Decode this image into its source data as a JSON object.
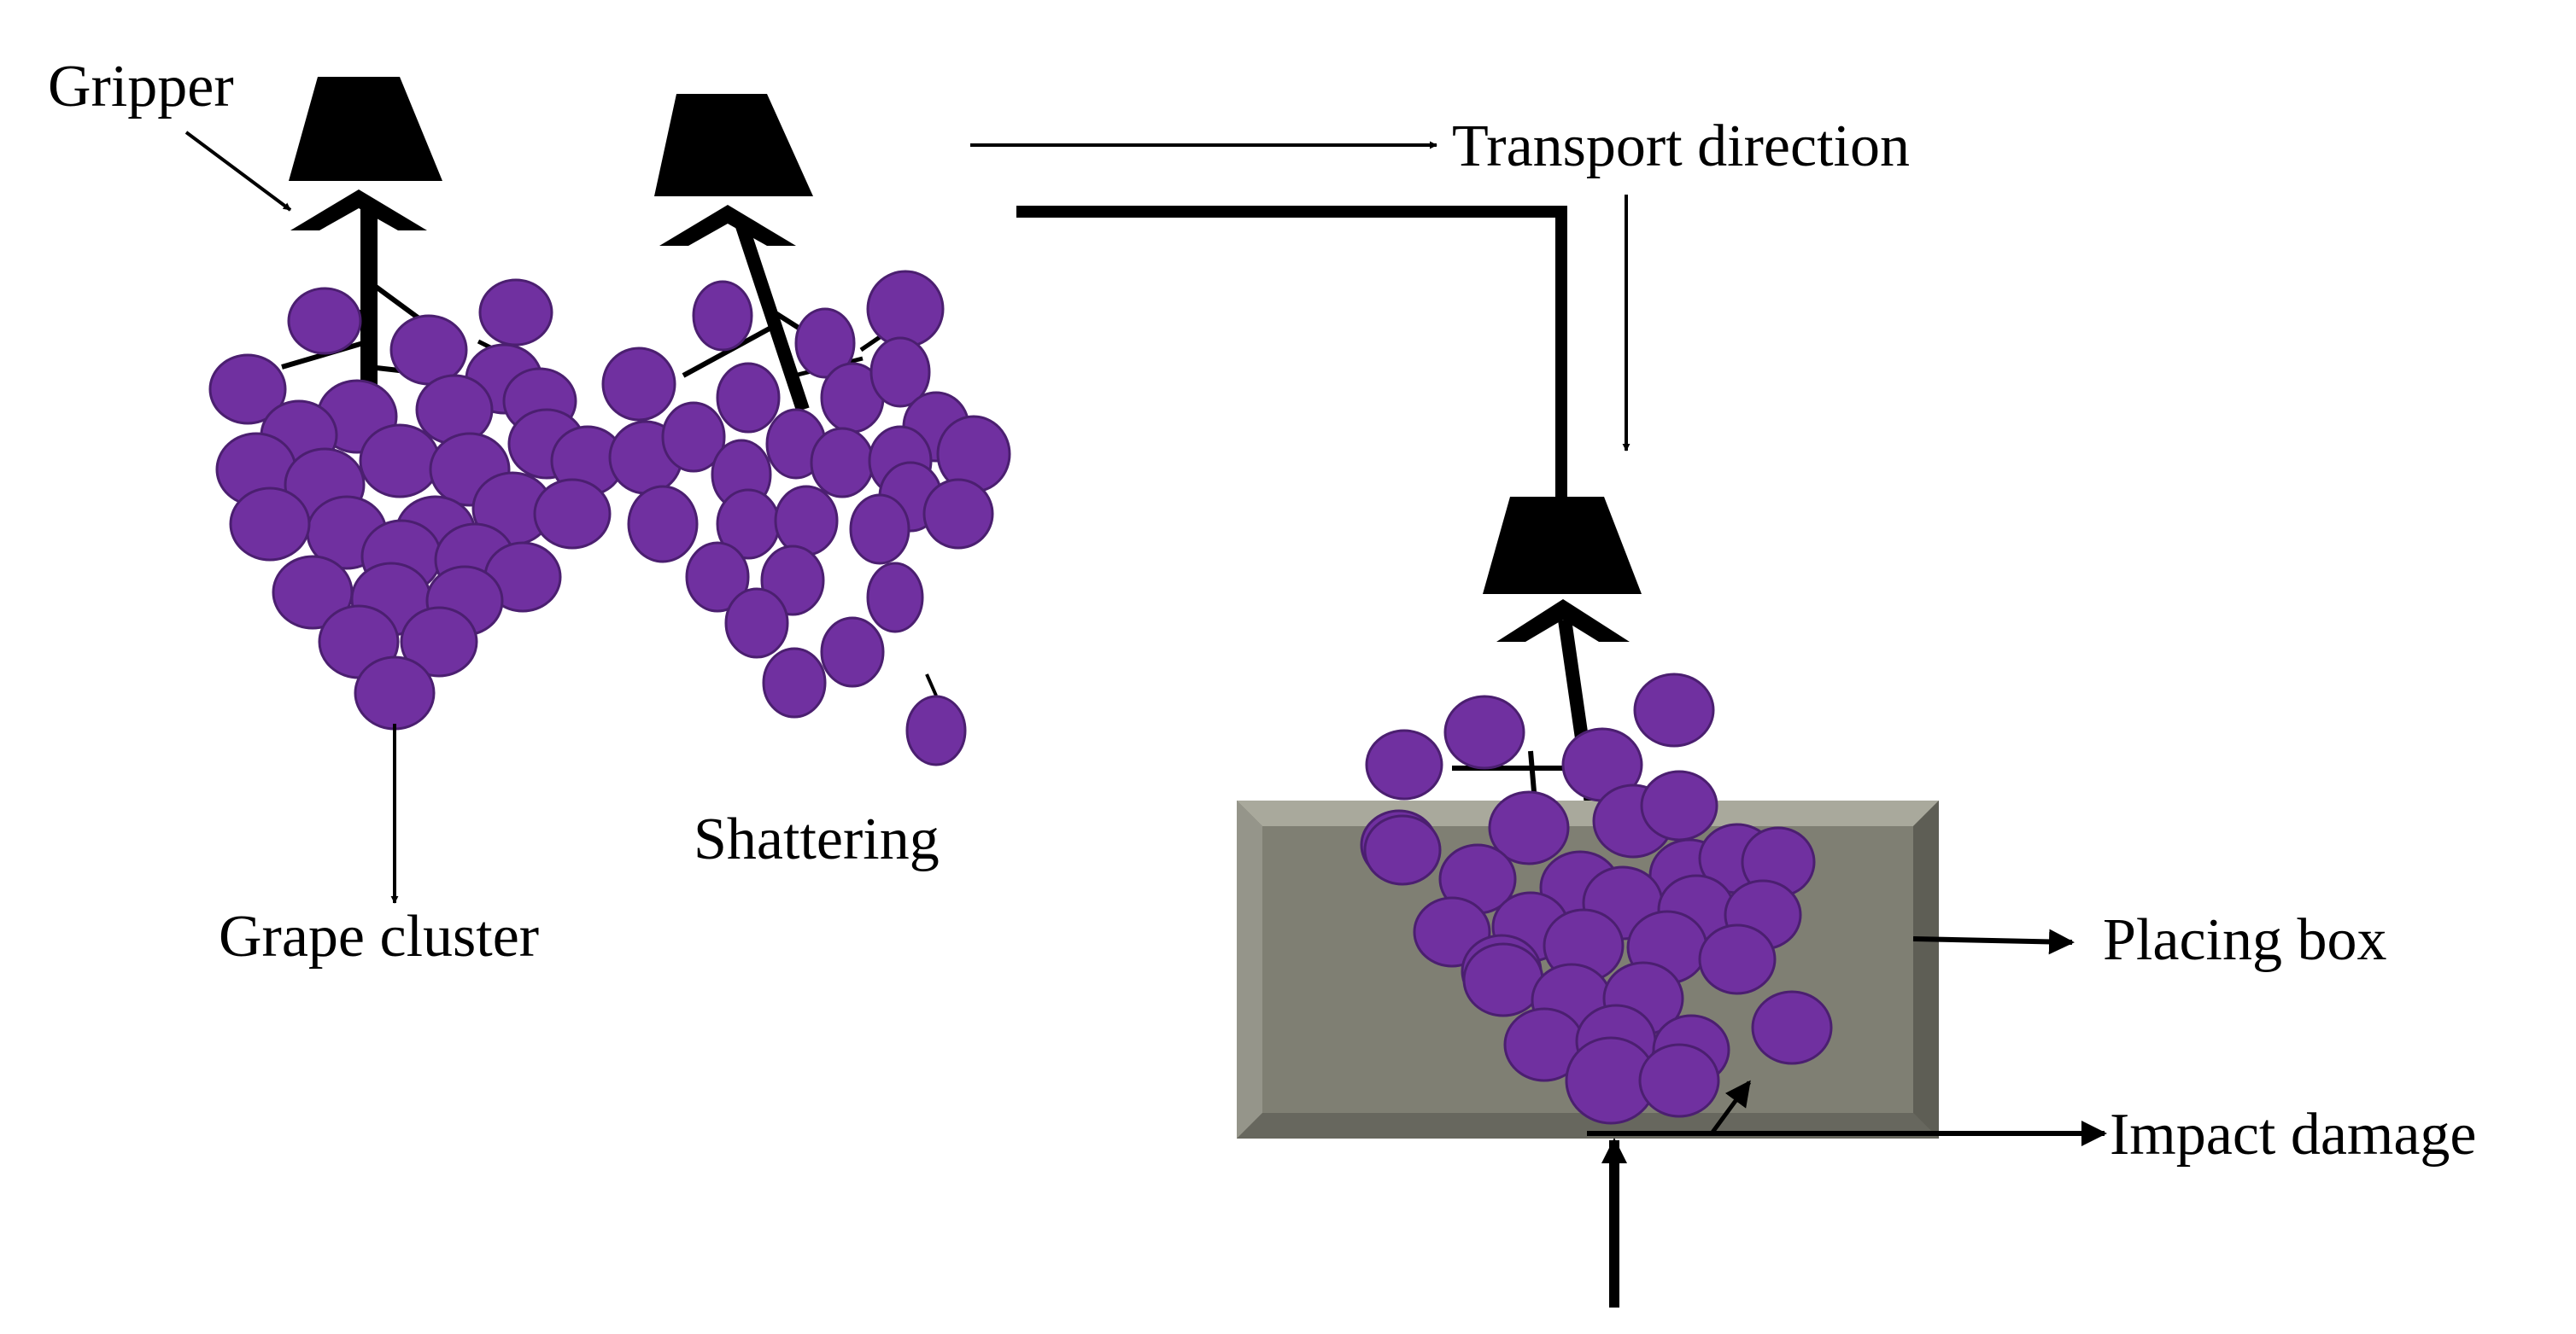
{
  "labels": {
    "gripper": "Gripper",
    "grape_cluster": "Grape cluster",
    "shattering": "Shattering",
    "transport_direction": "Transport direction",
    "placing_box": "Placing box",
    "impact_damage": "Impact damage"
  },
  "colors": {
    "grape_fill": "#7030a0",
    "grape_stroke": "#4b1f70",
    "box_face": "#7f7f73",
    "box_bevel_light": "#a9a99c",
    "box_bevel_dark": "#5e5e55",
    "ink": "#000000"
  }
}
